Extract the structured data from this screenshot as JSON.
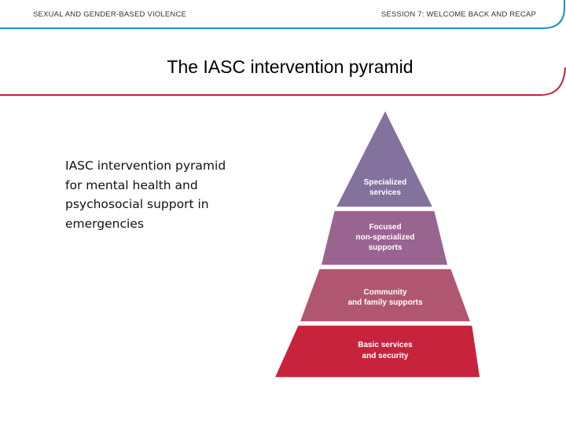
{
  "header": {
    "left": "SEXUAL AND GENDER-BASED VIOLENCE",
    "right": "SESSION 7: WELCOME BACK AND RECAP"
  },
  "title": "The IASC intervention pyramid",
  "description": "IASC intervention pyramid for mental health and psychosocial support in emergencies",
  "pyramid": {
    "levels": [
      {
        "lines": [
          "Specialized",
          "services"
        ],
        "color": "#84729e"
      },
      {
        "lines": [
          "Focused",
          "non-specialized",
          "supports"
        ],
        "color": "#9a6490"
      },
      {
        "lines": [
          "Community",
          "and family supports"
        ],
        "color": "#b15670"
      },
      {
        "lines": [
          "Basic services",
          "and security"
        ],
        "color": "#c8233d"
      }
    ]
  },
  "colors": {
    "accent": "#c21f3a"
  }
}
